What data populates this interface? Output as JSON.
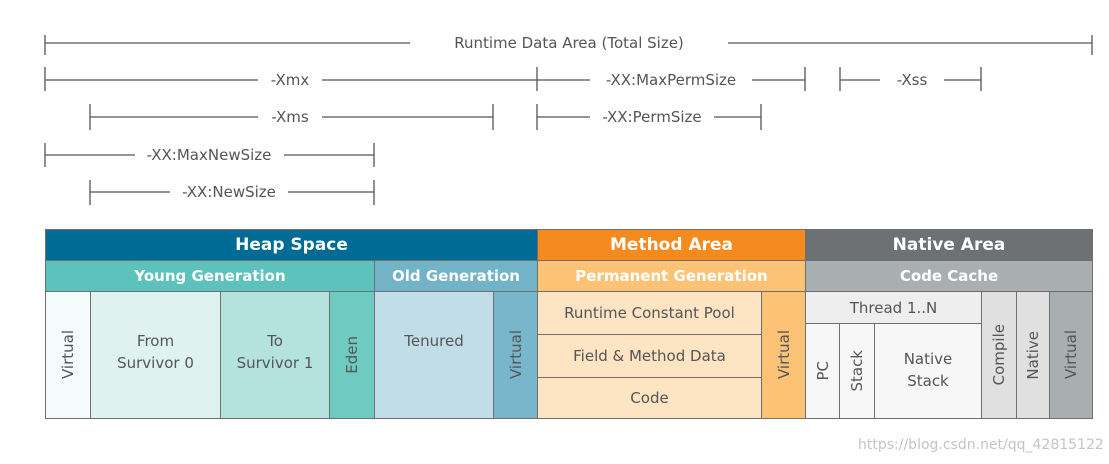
{
  "measures": {
    "total": "Runtime Data Area (Total Size)",
    "xmx": "-Xmx",
    "max_perm_size": "-XX:MaxPermSize",
    "xss": "-Xss",
    "xms": "-Xms",
    "perm_size": "-XX:PermSize",
    "max_new_size": "-XX:MaxNewSize",
    "new_size": "-XX:NewSize"
  },
  "areas": {
    "heap": "Heap Space",
    "method": "Method Area",
    "native": "Native Area"
  },
  "sub": {
    "young": "Young Generation",
    "old": "Old Generation",
    "permanent": "Permanent Generation",
    "code_cache": "Code Cache"
  },
  "cells": {
    "virtual": "Virtual",
    "from_survivor": "From\nSurvivor 0",
    "to_survivor": "To\nSurvivor 1",
    "eden": "Eden",
    "tenured": "Tenured",
    "runtime_constant_pool": "Runtime Constant Pool",
    "field_method_data": "Field & Method Data",
    "code": "Code",
    "thread": "Thread 1..N",
    "pc": "PC",
    "stack": "Stack",
    "native_stack": "Native\nStack",
    "compile": "Compile",
    "native": "Native"
  },
  "colors": {
    "heap": "#006b94",
    "method": "#f58a1f",
    "native": "#6d7173",
    "young": "#5dc2bb",
    "old": "#72b3c8",
    "permanent": "#fcc377",
    "code_cache": "#a9aeb0"
  },
  "watermark": "https://blog.csdn.net/qq_42815122"
}
